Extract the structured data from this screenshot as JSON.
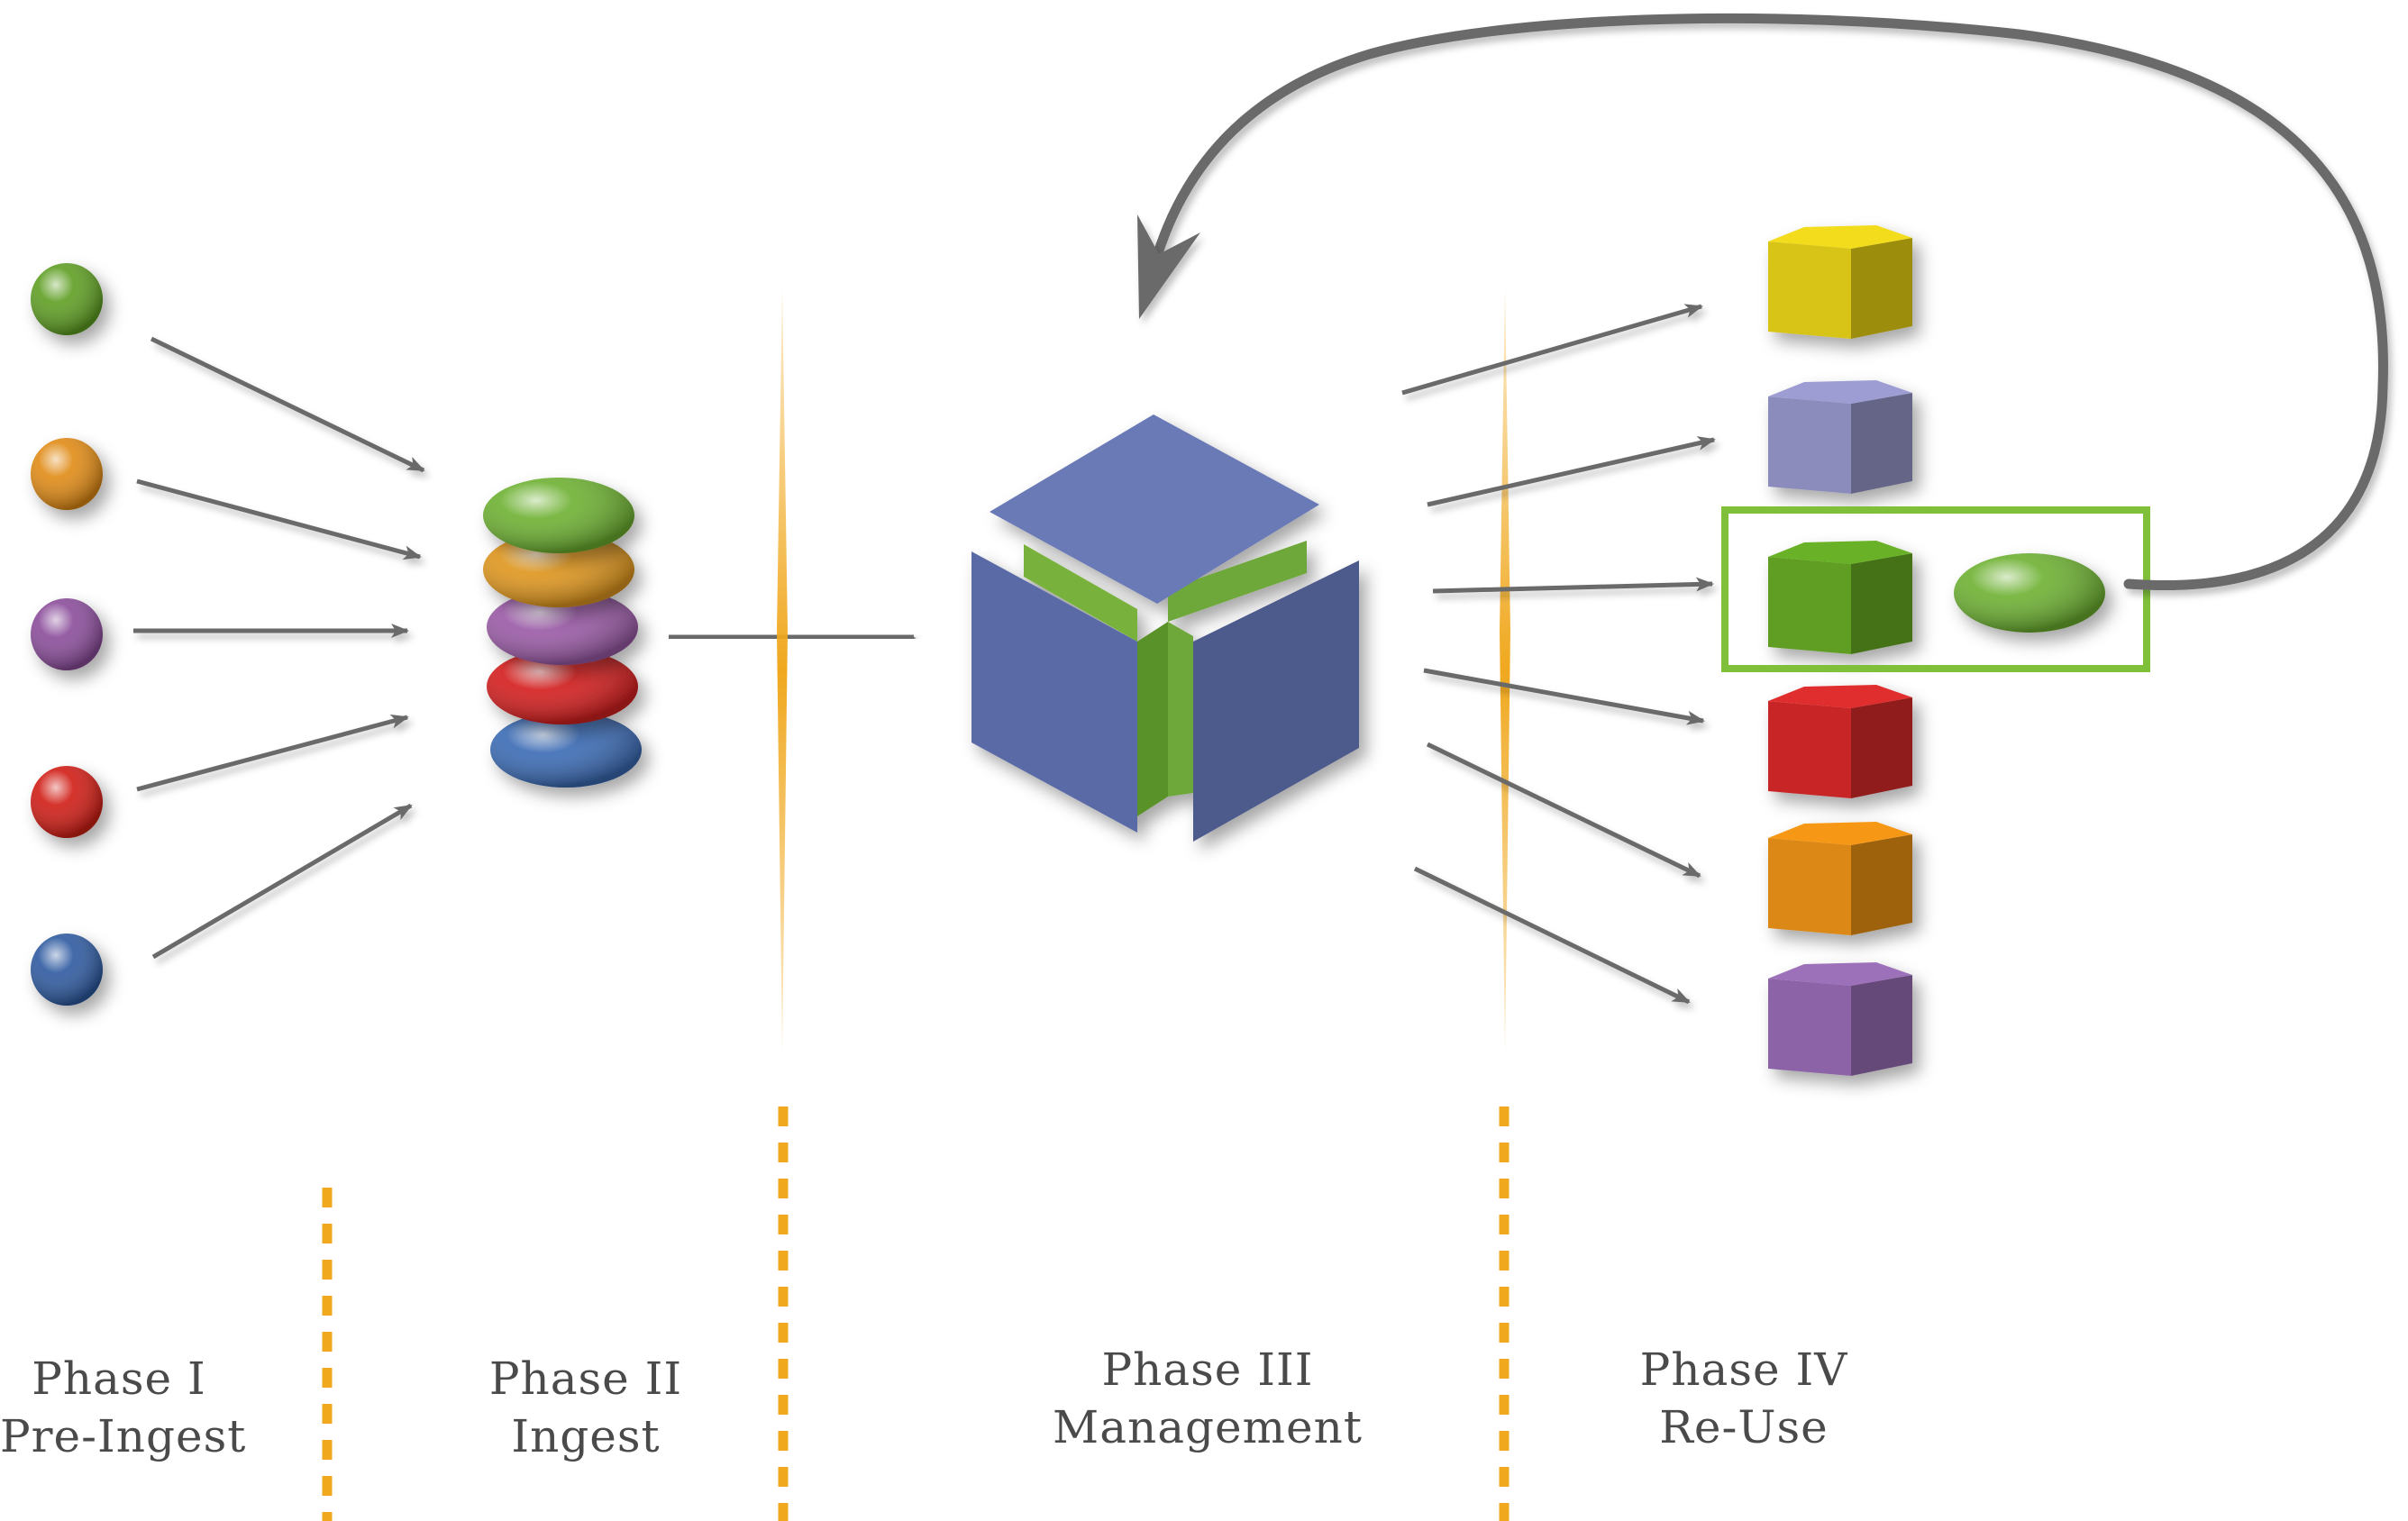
{
  "colors": {
    "background": "#ffffff",
    "arrow": "#6b6b6b",
    "divider": "#f0a81e",
    "highlight": "#7fbf3a",
    "cube_blue": "#6878b4",
    "cube_green": "#6ea83a"
  },
  "sources": [
    {
      "name": "green-sphere",
      "color": "#5e9e22"
    },
    {
      "name": "orange-sphere",
      "color": "#e08a14"
    },
    {
      "name": "purple-sphere",
      "color": "#8a4c9a"
    },
    {
      "name": "red-sphere",
      "color": "#d01c14"
    },
    {
      "name": "blue-sphere",
      "color": "#2e5aa0"
    }
  ],
  "ingest_stack": [
    {
      "name": "green-disc",
      "color": "#6cb030"
    },
    {
      "name": "orange-disc",
      "color": "#e0961c"
    },
    {
      "name": "purple-disc",
      "color": "#9a5aa6"
    },
    {
      "name": "red-disc",
      "color": "#d41c1c"
    },
    {
      "name": "blue-disc",
      "color": "#3a6ab4"
    }
  ],
  "outputs": [
    {
      "name": "yellow-hexagon",
      "color": "#d8c418"
    },
    {
      "name": "lavender-hexagon",
      "color": "#8c8cbc"
    },
    {
      "name": "green-hexagon",
      "color": "#5e9e22"
    },
    {
      "name": "red-hexagon",
      "color": "#c82828"
    },
    {
      "name": "orange-hexagon",
      "color": "#dc8814"
    },
    {
      "name": "purple-hexagon",
      "color": "#8c64a6"
    }
  ],
  "phases": [
    {
      "title": "Phase I",
      "subtitle": "Pre-Ingest"
    },
    {
      "title": "Phase II",
      "subtitle": "Ingest"
    },
    {
      "title": "Phase III",
      "subtitle": "Management"
    },
    {
      "title": "Phase IV",
      "subtitle": "Re-Use"
    }
  ]
}
